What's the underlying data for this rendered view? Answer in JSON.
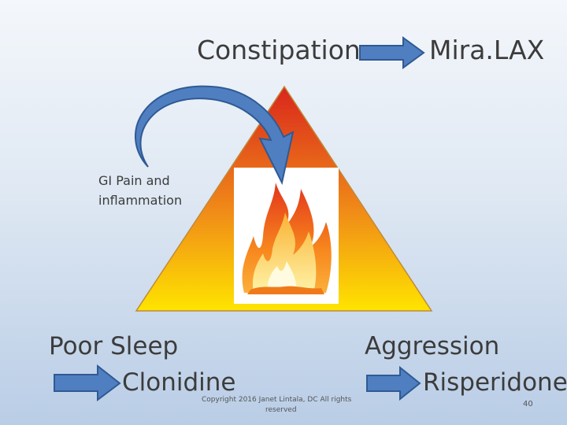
{
  "slide": {
    "top_left_label": "Constipation",
    "top_right_label": "Mira.LAX",
    "side_label_line1": "GI Pain and",
    "side_label_line2": "inflammation",
    "bottom_left_label": "Poor Sleep",
    "bottom_left_treatment": "Clonidine",
    "bottom_right_label": "Aggression",
    "bottom_right_treatment": "Risperidone",
    "copyright_line1": "Copyright 2016 Janet Lintala, DC  All rights",
    "copyright_line2": "reserved",
    "page_number": "40"
  },
  "colors": {
    "arrow_fill": "#4f7fc0",
    "arrow_stroke": "#2f5a94",
    "triangle_top": "#d9261c",
    "triangle_bottom": "#ffe400",
    "text": "#3c3c3c"
  },
  "icons": [
    "right-arrow-icon",
    "curved-arrow-icon",
    "fire-icon"
  ]
}
